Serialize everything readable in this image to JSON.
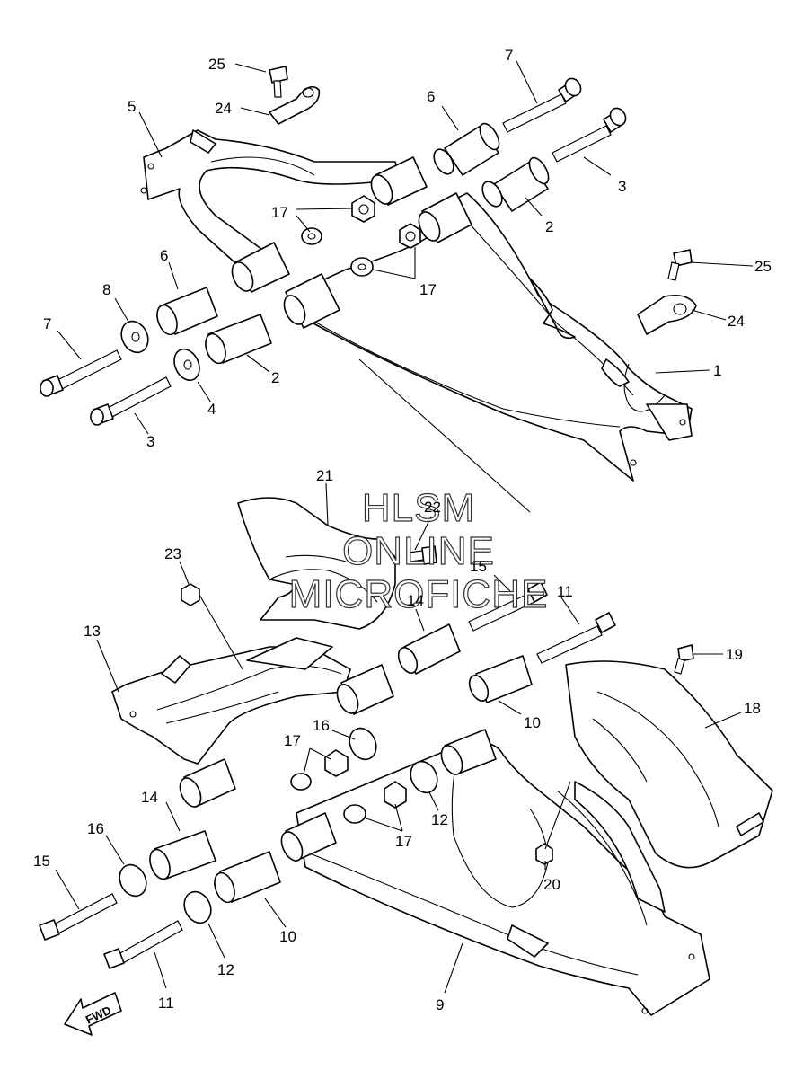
{
  "watermark": {
    "line1": "HLSM",
    "line2": "ONLINE",
    "line3": "MICROFICHE"
  },
  "fwd_label": "FWD",
  "callouts": {
    "c25a": "25",
    "c24a": "24",
    "c5": "5",
    "c7a": "7",
    "c6a": "6",
    "c3a": "3",
    "c2a": "2",
    "c17a": "17",
    "c17b": "17",
    "c25b": "25",
    "c24b": "24",
    "c6b": "6",
    "c8": "8",
    "c7b": "7",
    "c2b": "2",
    "c1": "1",
    "c4": "4",
    "c3b": "3",
    "c21": "21",
    "c22": "22",
    "c23": "23",
    "c15a": "15",
    "c11a": "11",
    "c14a": "14",
    "c13": "13",
    "c19": "19",
    "c18": "18",
    "c10a": "10",
    "c16a": "16",
    "c17c": "17",
    "c14b": "14",
    "c16b": "16",
    "c12a": "12",
    "c17d": "17",
    "c15b": "15",
    "c20": "20",
    "c10b": "10",
    "c12b": "12",
    "c11b": "11",
    "c9": "9"
  }
}
